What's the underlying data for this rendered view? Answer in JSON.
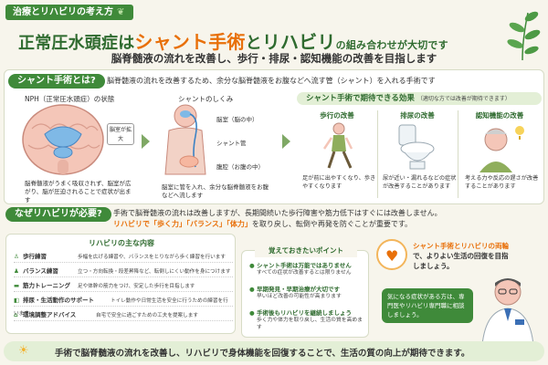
{
  "header": {
    "tag": "治療とリハビリの考え方",
    "title_part1": "正常圧水頭症は",
    "title_shunt": "シャント手術",
    "title_to": "と",
    "title_rehab": "リハビリ",
    "title_part2": "の組み合わせが大切です",
    "subtitle": "脳脊髄液の流れを改善し、歩行・排尿・認知機能の改善を目指します"
  },
  "shunt_section": {
    "label": "シャント手術とは?",
    "intro": "脳脊髄液の流れを改善するため、余分な脳脊髄液をお腹などへ流す管（シャント）を入れる手術です",
    "nph": {
      "title": "NPH（正常圧水頭症）の状態",
      "enlarged_label": "脳室が拡大",
      "desc": "脳脊髄液がうまく吸収されず、脳室が広がり、脳が圧迫されることで症状が出ます"
    },
    "mechanism": {
      "title": "シャントのしくみ",
      "label_ventricle": "脳室（脳の中）",
      "label_tube": "シャント管",
      "label_abdomen": "腹腔（お腹の中）",
      "desc": "脳室に管を入れ、余分な脳脊髄液をお腹などへ流します"
    },
    "effects": {
      "banner": "シャント手術で期待できる効果",
      "banner_note": "（適切な方では改善が期待できます）",
      "items": [
        {
          "title": "歩行の改善",
          "desc": "足が前に出やすくなり、歩きやすくなります"
        },
        {
          "title": "排尿の改善",
          "desc": "尿が近い・漏れるなどの症状が改善することがあります"
        },
        {
          "title": "認知機能の改善",
          "desc": "考える力や反応の遅さが改善することがあります"
        }
      ]
    }
  },
  "rehab_section": {
    "label": "なぜリハビリが必要?",
    "line1": "手術で脳脊髄液の流れは改善しますが、長期間続いた歩行障害や筋力低下はすぐには改善しません。",
    "line2_pre": "リハビリで",
    "line2_hl": "「歩く力」「バランス」「体力」",
    "line2_post": "を取り戻し、転倒や再発を防ぐことが重要です。",
    "main_title": "リハビリの主な内容",
    "items": [
      {
        "name": "歩行練習",
        "desc": "歩幅を広げる練習や、バランスをとりながら歩く練習を行います"
      },
      {
        "name": "バランス練習",
        "desc": "立つ・方向転換・段差昇降など、転倒しにくい動作を身につけます"
      },
      {
        "name": "筋力トレーニング",
        "desc": "足や体幹の筋力をつけ、安定した歩行を目指します"
      },
      {
        "name": "排尿・生活動作のサポート",
        "desc": "トイレ動作や日常生活を安全に行うための練習を行います"
      },
      {
        "name": "環境調整アドバイス",
        "desc": "自宅で安全に過ごすための工夫を提案します"
      }
    ],
    "points_title": "覚えておきたいポイント",
    "points": [
      {
        "head": "シャント手術は万能ではありません",
        "desc": "すべての症状が改善するとは限りません"
      },
      {
        "head": "早期発見・早期治療が大切です",
        "desc": "早いほど改善の可能性が高まります"
      },
      {
        "head": "手術後もリハビリを継続しましょう",
        "desc": "歩く力や体力を取り戻し、生活の質を高めます"
      }
    ],
    "tie_pre": "シャント手術とリハビリの",
    "tie_hl": "両輪",
    "tie_post": "で、よりよい生活の回復を目指しましょう。",
    "bubble": "気になる症状がある方は、専門医やリハビリ専門職に相談しましょう。"
  },
  "footer": {
    "text": "手術で脳脊髄液の流れを改善し、リハビリで身体機能を回復することで、生活の質の向上が期待できます。"
  },
  "colors": {
    "green": "#3f8a3a",
    "orange": "#e8700a",
    "bg": "#f7f5ec"
  },
  "icons": [
    "leaf-icon",
    "brain-icon",
    "arrow-right-icon",
    "walking-icon",
    "toilet-icon",
    "thinking-icon",
    "heart-icon",
    "doctor-icon",
    "bulb-icon"
  ]
}
